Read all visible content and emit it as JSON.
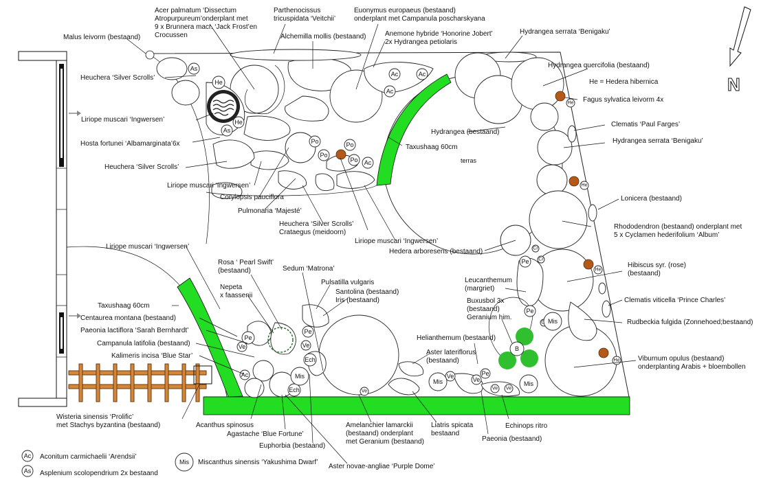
{
  "plan": {
    "terrace_label": "terras",
    "north_label": "N",
    "labels": [
      {
        "id": "acer",
        "lines": [
          "Acer palmatum ‘Dissectum",
          "Atropurpureum’onderplant met",
          "9 x Brunnera macr. ‘Jack Frost’en",
          "Crocussen"
        ]
      },
      {
        "id": "parth",
        "lines": [
          "Parthenocissus",
          "tricuspidata ‘Veitchii’"
        ]
      },
      {
        "id": "euon",
        "lines": [
          "Euonymus europaeus (bestaand)",
          "onderplant met Campanula poscharskyana"
        ]
      },
      {
        "id": "malus",
        "lines": [
          "Malus leivorm (bestaand)"
        ]
      },
      {
        "id": "alch",
        "lines": [
          "Alchemilla mollis (bestaand)"
        ]
      },
      {
        "id": "anem",
        "lines": [
          "Anemone hybride ‘Honorine Jobert’",
          "2x Hydrangea petiolaris"
        ]
      },
      {
        "id": "hserr1",
        "lines": [
          "Hydrangea serrata ‘Benigaku’"
        ]
      },
      {
        "id": "heuch1",
        "lines": [
          "Heuchera ‘Silver Scrolls’"
        ]
      },
      {
        "id": "hquer",
        "lines": [
          "Hydrangea quercifolia (bestaand)"
        ]
      },
      {
        "id": "hehib",
        "lines": [
          "He = Hedera  hibernica"
        ]
      },
      {
        "id": "fagus",
        "lines": [
          "Fagus sylvatica leivorm 4x"
        ]
      },
      {
        "id": "lir1",
        "lines": [
          "Liriope muscari ‘Ingwersen’"
        ]
      },
      {
        "id": "hydra",
        "lines": [
          "Hydrangea (bestaand)"
        ]
      },
      {
        "id": "clemPF",
        "lines": [
          "Clematis ‘Paul Farges’"
        ]
      },
      {
        "id": "hosta",
        "lines": [
          "Hosta fortunei ‘Albamarginata’6x"
        ]
      },
      {
        "id": "taxus1",
        "lines": [
          "Taxushaag 60cm"
        ]
      },
      {
        "id": "hserr2",
        "lines": [
          "Hydrangea serrata ‘Benigaku’"
        ]
      },
      {
        "id": "heuch2",
        "lines": [
          "Heuchera ‘Silver Scrolls’"
        ]
      },
      {
        "id": "lir2",
        "lines": [
          "Liriope muscari ‘Ingwersen’"
        ]
      },
      {
        "id": "lonic",
        "lines": [
          "Lonicera (bestaand)"
        ]
      },
      {
        "id": "coryl",
        "lines": [
          "Corylopsis pauciflora"
        ]
      },
      {
        "id": "pulm",
        "lines": [
          "Pulmonaria ‘Majesté’"
        ]
      },
      {
        "id": "rhodo",
        "lines": [
          "Rhododendron (bestaand) onderplant met",
          "5 x Cyclamen hederifolium ‘Album’"
        ]
      },
      {
        "id": "heuch3",
        "lines": [
          "Heuchera ‘Silver Scrolls’",
          "Crataegus (meidoorn)"
        ]
      },
      {
        "id": "lir3",
        "lines": [
          "Liriope muscari ‘Ingwersen’"
        ]
      },
      {
        "id": "heder",
        "lines": [
          "Hedera arboresens (bestaand)"
        ]
      },
      {
        "id": "lir4",
        "lines": [
          "Liriope muscari ‘Ingwersen’"
        ]
      },
      {
        "id": "rosa",
        "lines": [
          "Rosa ‘ Pearl Swift’",
          "(bestaand)"
        ]
      },
      {
        "id": "sedum",
        "lines": [
          "Sedum ‘Matrona’"
        ]
      },
      {
        "id": "hibis",
        "lines": [
          "Hibiscus syr. (rose)",
          "(bestaand)"
        ]
      },
      {
        "id": "nepeta",
        "lines": [
          "Nepeta",
          "x faassenii"
        ]
      },
      {
        "id": "pulsat",
        "lines": [
          "Pulsatilla vulgaris"
        ]
      },
      {
        "id": "leuc",
        "lines": [
          "Leucanthemum",
          "(margriet)"
        ]
      },
      {
        "id": "santo",
        "lines": [
          "Santolina (bestaand)",
          "Iris (bestaand)"
        ]
      },
      {
        "id": "clemPC",
        "lines": [
          "Clematis viticella ‘Prince Charles’"
        ]
      },
      {
        "id": "taxus2",
        "lines": [
          "Taxushaag 60cm"
        ]
      },
      {
        "id": "buxus",
        "lines": [
          "Buxusbol 3x",
          "(bestaand)",
          "Geranium him."
        ]
      },
      {
        "id": "rudb",
        "lines": [
          "Rudbeckia fulgida (Zonnehoed;bestaand)"
        ]
      },
      {
        "id": "cent",
        "lines": [
          "Centaurea montana (bestaand)"
        ]
      },
      {
        "id": "paeo1",
        "lines": [
          "Paeonia lactiflora ‘Sarah Bernhardt’"
        ]
      },
      {
        "id": "helia",
        "lines": [
          "Helianthemum (bestaand)"
        ]
      },
      {
        "id": "campa",
        "lines": [
          "Campanula latifolia (bestaand)"
        ]
      },
      {
        "id": "aster1",
        "lines": [
          "Aster lateriflorus",
          "(bestaand)"
        ]
      },
      {
        "id": "viburn",
        "lines": [
          "Viburnum opulus (bestaand)",
          "onderplanting Arabis + bloembollen"
        ]
      },
      {
        "id": "kalim",
        "lines": [
          "Kalimeris incisa ‘Blue Star’"
        ]
      },
      {
        "id": "wist",
        "lines": [
          "Wisteria sinensis ‘Prolific’",
          "met Stachys byzantina (bestaand)"
        ]
      },
      {
        "id": "acanth",
        "lines": [
          "Acanthus spinosus"
        ]
      },
      {
        "id": "agast",
        "lines": [
          "Agastache ‘Blue Fortune’"
        ]
      },
      {
        "id": "amel",
        "lines": [
          "Amelanchier lamarckii",
          "(bestaand) onderplant",
          "met Geranium (bestaand)"
        ]
      },
      {
        "id": "liatr",
        "lines": [
          "Liatris spicata",
          "bestaand"
        ]
      },
      {
        "id": "echin",
        "lines": [
          "Echinops ritro"
        ]
      },
      {
        "id": "euph",
        "lines": [
          "Euphorbia (bestaand)"
        ]
      },
      {
        "id": "paeo2",
        "lines": [
          "Paeonia (bestaand)"
        ]
      },
      {
        "id": "aster2",
        "lines": [
          "Aster novae-angliae ‘Purple Dome’"
        ]
      }
    ],
    "legend": [
      {
        "symbol": "Ac",
        "text": "Aconitum carmichaelii ‘Arendsii’"
      },
      {
        "symbol": "As",
        "text": "Asplenium scolopendrium 2x bestaand"
      },
      {
        "symbol": "Mis",
        "text": "Miscanthus sinensis ‘Yakushima Dwarf’"
      }
    ],
    "symbols": [
      {
        "id": "As1",
        "text": "As"
      },
      {
        "id": "He1",
        "text": "He"
      },
      {
        "id": "He2",
        "text": "He"
      },
      {
        "id": "As2",
        "text": "As"
      },
      {
        "id": "Ac1",
        "text": "Ac"
      },
      {
        "id": "Ac2",
        "text": "Ac"
      },
      {
        "id": "Ac3",
        "text": "Ac"
      },
      {
        "id": "Po1",
        "text": "Po"
      },
      {
        "id": "Po2",
        "text": "Po"
      },
      {
        "id": "Po3",
        "text": "Po"
      },
      {
        "id": "Po4",
        "text": "Po"
      },
      {
        "id": "Ac4",
        "text": "Ac"
      },
      {
        "id": "He3",
        "text": "He"
      },
      {
        "id": "He4",
        "text": "He"
      },
      {
        "id": "He5",
        "text": "He"
      },
      {
        "id": "He6",
        "text": "He"
      },
      {
        "id": "Pe1",
        "text": "Pe"
      },
      {
        "id": "Pe2",
        "text": "Pe"
      },
      {
        "id": "Pe3",
        "text": "Pe"
      },
      {
        "id": "Pe4",
        "text": "Pe"
      },
      {
        "id": "Pe5",
        "text": "Pe"
      },
      {
        "id": "Cr1",
        "text": "Cr"
      },
      {
        "id": "Cr2",
        "text": "Cr"
      },
      {
        "id": "Cr3",
        "text": "Cr"
      },
      {
        "id": "Ve1",
        "text": "Ve"
      },
      {
        "id": "Ve2",
        "text": "Ve"
      },
      {
        "id": "Ve3",
        "text": "Ve"
      },
      {
        "id": "Ve4",
        "text": "Ve"
      },
      {
        "id": "Ve5",
        "text": "Ve"
      },
      {
        "id": "Ve6",
        "text": "Ve"
      },
      {
        "id": "Ve7",
        "text": "Ve"
      },
      {
        "id": "Ech1",
        "text": "Ech"
      },
      {
        "id": "Ech2",
        "text": "Ech"
      },
      {
        "id": "Ach1",
        "text": "Ac"
      },
      {
        "id": "Mis1",
        "text": "Mis"
      },
      {
        "id": "Mis2",
        "text": "Mis"
      },
      {
        "id": "Mis3",
        "text": "Mis"
      },
      {
        "id": "Mis4",
        "text": "Mis"
      },
      {
        "id": "B1",
        "text": "B"
      }
    ]
  }
}
